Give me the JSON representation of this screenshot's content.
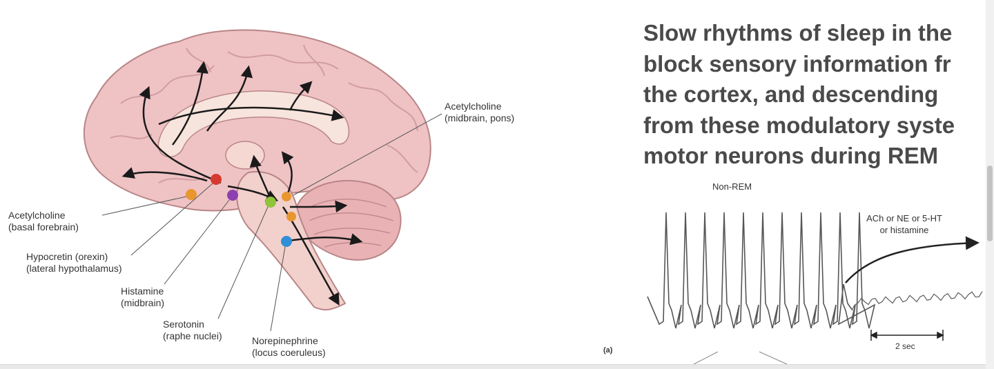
{
  "brain_diagram": {
    "labels": {
      "ach_pons": [
        "Acetylcholine",
        "(midbrain, pons)"
      ],
      "ach_forebrain": [
        "Acetylcholine",
        "(basal forebrain)"
      ],
      "hypocretin": [
        "Hypocretin (orexin)",
        "(lateral hypothalamus)"
      ],
      "histamine": [
        "Histamine",
        "(midbrain)"
      ],
      "serotonin": [
        "Serotonin",
        "(raphe nuclei)"
      ],
      "norepinephrine": [
        "Norepinephrine",
        "(locus coeruleus)"
      ]
    },
    "colors": {
      "brain_fill": "#efc2c4",
      "brain_outline": "#b98587",
      "ach": "#e8962e",
      "hypocretin": "#d63a2e",
      "histamine": "#8e3fb0",
      "serotonin": "#8fc43a",
      "norepinephrine": "#2f8fd8"
    }
  },
  "heading": {
    "lines": [
      "Slow rhythms of sleep in the",
      "block sensory information fr",
      "the cortex, and descending",
      "from these modulatory syste",
      "motor neurons during REM"
    ]
  },
  "trace": {
    "label_nonrem": "Non-REM",
    "label_modulators": [
      "ACh or NE or 5-HT",
      "or histamine"
    ],
    "scale_label": "2 sec",
    "panel_label": "(a)"
  }
}
